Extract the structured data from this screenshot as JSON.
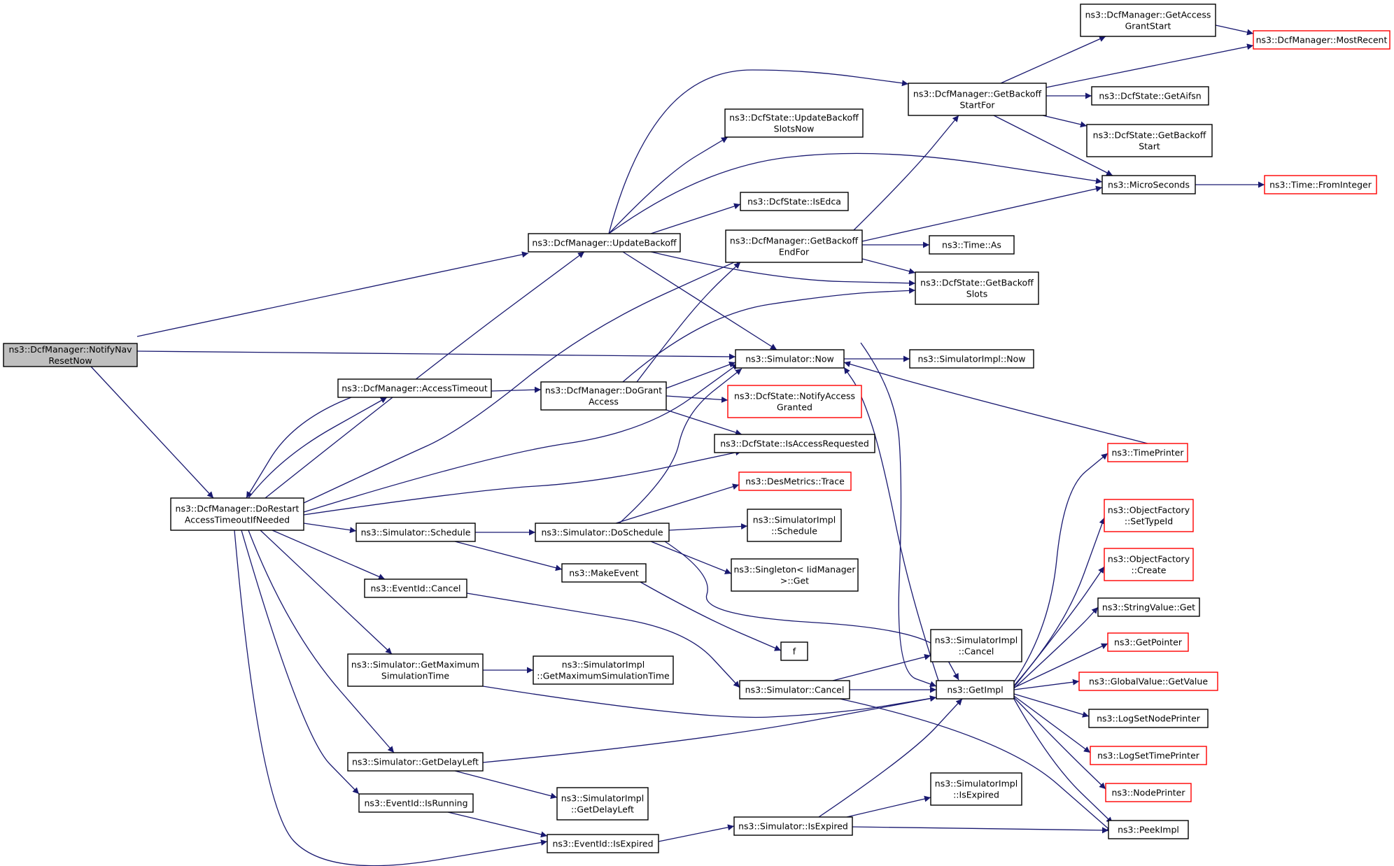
{
  "colors": {
    "edge": "#191970",
    "root_fill": "#bfbfbf",
    "red_border": "#ff0000"
  },
  "nodes": [
    {
      "id": "notifynav",
      "lines": [
        "ns3::DcfManager::NotifyNav",
        "ResetNow"
      ],
      "style": "root"
    },
    {
      "id": "dorestart",
      "lines": [
        "ns3::DcfManager::DoRestart",
        "AccessTimeoutIfNeeded"
      ]
    },
    {
      "id": "accesstimeout",
      "lines": [
        "ns3::DcfManager::AccessTimeout"
      ]
    },
    {
      "id": "updatebackoff",
      "lines": [
        "ns3::DcfManager::UpdateBackoff"
      ]
    },
    {
      "id": "dogrant",
      "lines": [
        "ns3::DcfManager::DoGrant",
        "Access"
      ]
    },
    {
      "id": "sched",
      "lines": [
        "ns3::Simulator::Schedule"
      ]
    },
    {
      "id": "evcancel",
      "lines": [
        "ns3::EventId::Cancel"
      ]
    },
    {
      "id": "getmaxsim",
      "lines": [
        "ns3::Simulator::GetMaximum",
        "SimulationTime"
      ]
    },
    {
      "id": "getdelayleft",
      "lines": [
        "ns3::Simulator::GetDelayLeft"
      ]
    },
    {
      "id": "isrunning",
      "lines": [
        "ns3::EventId::IsRunning"
      ]
    },
    {
      "id": "evisexpired",
      "lines": [
        "ns3::EventId::IsExpired"
      ]
    },
    {
      "id": "doschedule",
      "lines": [
        "ns3::Simulator::DoSchedule"
      ]
    },
    {
      "id": "makeevent",
      "lines": [
        "ns3::MakeEvent"
      ]
    },
    {
      "id": "implgetmax",
      "lines": [
        "ns3::SimulatorImpl",
        "::GetMaximumSimulationTime"
      ]
    },
    {
      "id": "implgetdelay",
      "lines": [
        "ns3::SimulatorImpl",
        "::GetDelayLeft"
      ]
    },
    {
      "id": "simcancel",
      "lines": [
        "ns3::Simulator::Cancel"
      ]
    },
    {
      "id": "simisexpired",
      "lines": [
        "ns3::Simulator::IsExpired"
      ]
    },
    {
      "id": "updslots",
      "lines": [
        "ns3::DcfState::UpdateBackoff",
        "SlotsNow"
      ]
    },
    {
      "id": "isedca",
      "lines": [
        "ns3::DcfState::IsEdca"
      ]
    },
    {
      "id": "getbackoffend",
      "lines": [
        "ns3::DcfManager::GetBackoff",
        "EndFor"
      ]
    },
    {
      "id": "now",
      "lines": [
        "ns3::Simulator::Now"
      ]
    },
    {
      "id": "notifyaccess",
      "lines": [
        "ns3::DcfState::NotifyAccess",
        "Granted"
      ],
      "style": "red"
    },
    {
      "id": "isaccessreq",
      "lines": [
        "ns3::DcfState::IsAccessRequested"
      ]
    },
    {
      "id": "desmetrics",
      "lines": [
        "ns3::DesMetrics::Trace"
      ],
      "style": "red"
    },
    {
      "id": "implschedule",
      "lines": [
        "ns3::SimulatorImpl",
        "::Schedule"
      ]
    },
    {
      "id": "singleton",
      "lines": [
        "ns3::Singleton< IidManager",
        ">::Get"
      ]
    },
    {
      "id": "f",
      "lines": [
        "f"
      ]
    },
    {
      "id": "implcancel",
      "lines": [
        "ns3::SimulatorImpl",
        "::Cancel"
      ]
    },
    {
      "id": "implisexpired",
      "lines": [
        "ns3::SimulatorImpl",
        "::IsExpired"
      ]
    },
    {
      "id": "getbackoffstart",
      "lines": [
        "ns3::DcfManager::GetBackoff",
        "StartFor"
      ]
    },
    {
      "id": "getbackoffslots",
      "lines": [
        "ns3::DcfState::GetBackoff",
        "Slots"
      ]
    },
    {
      "id": "timeas",
      "lines": [
        "ns3::Time::As"
      ]
    },
    {
      "id": "implnow",
      "lines": [
        "ns3::SimulatorImpl::Now"
      ]
    },
    {
      "id": "getimpl",
      "lines": [
        "ns3::GetImpl"
      ]
    },
    {
      "id": "getaccessgrant",
      "lines": [
        "ns3::DcfManager::GetAccess",
        "GrantStart"
      ]
    },
    {
      "id": "getaifsn",
      "lines": [
        "ns3::DcfState::GetAifsn"
      ]
    },
    {
      "id": "getbackoffstartstate",
      "lines": [
        "ns3::DcfState::GetBackoff",
        "Start"
      ]
    },
    {
      "id": "microseconds",
      "lines": [
        "ns3::MicroSeconds"
      ]
    },
    {
      "id": "timeprinter",
      "lines": [
        "ns3::TimePrinter"
      ],
      "style": "red"
    },
    {
      "id": "objsettypeid",
      "lines": [
        "ns3::ObjectFactory",
        "::SetTypeId"
      ],
      "style": "red"
    },
    {
      "id": "objcreate",
      "lines": [
        "ns3::ObjectFactory",
        "::Create"
      ],
      "style": "red"
    },
    {
      "id": "stringget",
      "lines": [
        "ns3::StringValue::Get"
      ]
    },
    {
      "id": "getpointer",
      "lines": [
        "ns3::GetPointer"
      ],
      "style": "red"
    },
    {
      "id": "globalget",
      "lines": [
        "ns3::GlobalValue::GetValue"
      ],
      "style": "red"
    },
    {
      "id": "lognode",
      "lines": [
        "ns3::LogSetNodePrinter"
      ]
    },
    {
      "id": "logtime",
      "lines": [
        "ns3::LogSetTimePrinter"
      ],
      "style": "red"
    },
    {
      "id": "nodeprinter",
      "lines": [
        "ns3::NodePrinter"
      ],
      "style": "red"
    },
    {
      "id": "peekimpl",
      "lines": [
        "ns3::PeekImpl"
      ]
    },
    {
      "id": "mostrecent",
      "lines": [
        "ns3::DcfManager::MostRecent"
      ],
      "style": "red"
    },
    {
      "id": "fromint",
      "lines": [
        "ns3::Time::FromInteger"
      ],
      "style": "red"
    }
  ]
}
